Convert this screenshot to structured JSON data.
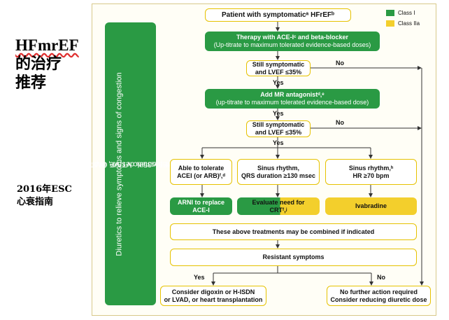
{
  "side": {
    "title_en": "HFmrEF",
    "title_cn1": "的治疗",
    "title_cn2": "推荐",
    "source1": "2016年ESC",
    "source2": "心衰指南"
  },
  "legend": [
    {
      "label": "Class I",
      "color": "#2a9a44"
    },
    {
      "label": "Class IIa",
      "color": "#f3cf2c"
    }
  ],
  "bars": {
    "diuretics": "Diuretics to relieve symptoms and signs of congestion",
    "icd_line1": "If LVEF ≤35% despite OMT",
    "icd_line2": "or a history of symptomatic VT/VF, implant ICD"
  },
  "nodes": {
    "start": "Patient with symptomaticᵃ HFrEFᵇ",
    "therapy_title": "Therapy with ACE-Iᶜ and beta-blocker",
    "therapy_sub": "(Up-titrate to maximum tolerated evidence-based doses)",
    "q1_l1": "Still symptomatic",
    "q1_l2": "and LVEF ≤35%",
    "mra_title": "Add MR antagonistᵈ,ᵉ",
    "mra_sub": "(up-titrate to maximum tolerated evidence-based dose)",
    "q2_l1": "Still symptomatic",
    "q2_l2": "and LVEF ≤35%",
    "acei_l1": "Able to tolerate",
    "acei_l2": "ACEI (or ARB)ᶠ,ᵈ",
    "sinus_l1": "Sinus rhythm,",
    "sinus_l2": "QRS duration ≥130 msec",
    "hr_l1": "Sinus rhythm,ʰ",
    "hr_l2": "HR ≥70 bpm",
    "arni_l1": "ARNI to replace",
    "arni_l2": "ACE-I",
    "crt_l1": "Evaluate need for",
    "crt_l2": "CRTᶠ,ʲ",
    "ivab": "Ivabradine",
    "combined": "These above treatments may be combined if indicated",
    "resistant": "Resistant symptoms",
    "digoxin_l1": "Consider digoxin or H-ISDN",
    "digoxin_l2": "or LVAD, or heart transplantation",
    "nofurther_l1": "No further action required",
    "nofurther_l2": "Consider reducing diuretic dose"
  },
  "labels": {
    "yes": "Yes",
    "no": "No"
  }
}
